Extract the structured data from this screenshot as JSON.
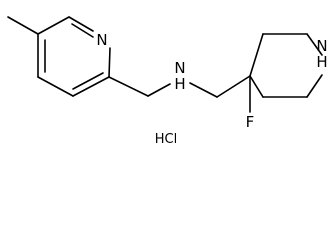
{
  "molecule": {
    "atoms": {
      "pyridine_n": "N",
      "amine_n": "N",
      "amine_h": "H",
      "fluorine": "F",
      "piperidine_n": "N",
      "piperidine_h": "H"
    },
    "salt": "HCl"
  }
}
